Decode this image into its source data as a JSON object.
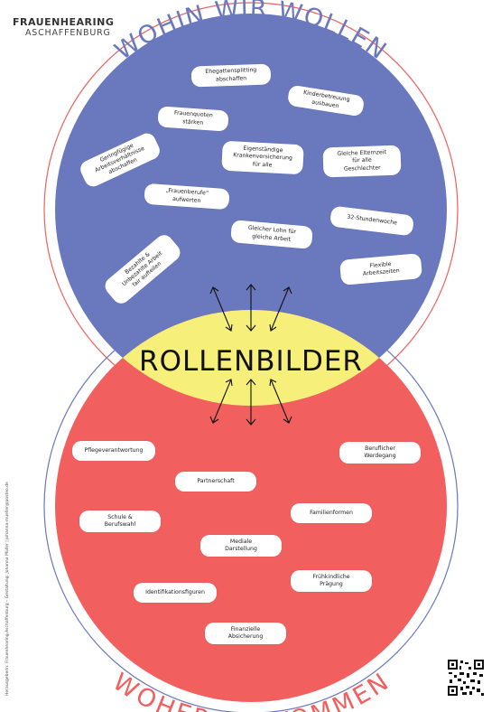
{
  "logo": {
    "title": "FRAUENHEARING",
    "subtitle": "ASCHAFFENBURG"
  },
  "arc_titles": {
    "top": "WOHIN WIR WOLLEN",
    "bottom": "WOHER SIE KOMMEN"
  },
  "center": {
    "label": "ROLLENBILDER"
  },
  "top_items": [
    "Ehegattensplitting\nabschaffen",
    "Kinderbetreuung\nausbauen",
    "Frauenquoten\nstärken",
    "Geringfügige\nArbeitsverhältnisse\nabschaffen",
    "Eigenständige\nKrankenversicherung\nfür alle",
    "Gleiche Elternzeit\nfür alle\nGeschlechter",
    "„Frauenberufe“\naufwerten",
    "32-Stundenwoche",
    "Gleicher Lohn für\ngleiche Arbeit",
    "Bezahlte &\nUnbezahlte Arbeit\nfair aufteilen",
    "Flexible\nArbeitszeiten"
  ],
  "bottom_items": [
    "Pflegeverantwortung",
    "Beruflicher\nWerdegang",
    "Partnerschaft",
    "Schule &\nBerufswahl",
    "Familienformen",
    "Mediale\nDarstellung",
    "Frühkindliche\nPrägung",
    "Identifikationsfiguren",
    "Finanzielle\nAbsicherung"
  ],
  "credit": "Herausgeberin: Frauenhearing Aschaffenburg – Gestaltung: Johanna Müller | johanna-mueller@posteo.de",
  "colors": {
    "top_circle": "#6a78bd",
    "bottom_circle": "#f15f5e",
    "overlap": "#f6ef79",
    "top_text": "#6a78bd",
    "bottom_text": "#f15f5e",
    "pill": "#ffffff"
  }
}
